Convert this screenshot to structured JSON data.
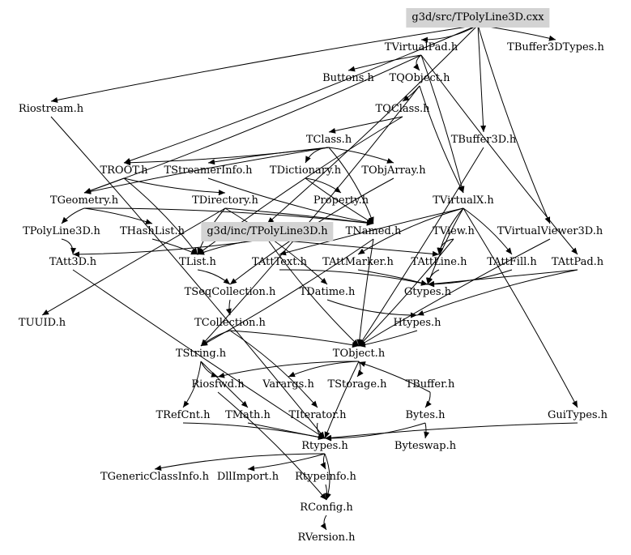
{
  "graph": {
    "title": "g3d/src/TPolyLine3D.cxx include dependency graph",
    "highlight_color": "#d3d3d3",
    "nodes": [
      {
        "id": "src",
        "label": "g3d/src/TPolyLine3D.cxx",
        "highlighted": true
      },
      {
        "id": "TVirtualPad",
        "label": "TVirtualPad.h"
      },
      {
        "id": "TBuffer3DTypes",
        "label": "TBuffer3DTypes.h"
      },
      {
        "id": "Riostream",
        "label": "Riostream.h"
      },
      {
        "id": "Buttons",
        "label": "Buttons.h"
      },
      {
        "id": "TQObject",
        "label": "TQObject.h"
      },
      {
        "id": "TQClass",
        "label": "TQClass.h"
      },
      {
        "id": "TClass",
        "label": "TClass.h"
      },
      {
        "id": "TBuffer3D",
        "label": "TBuffer3D.h"
      },
      {
        "id": "TROOT",
        "label": "TROOT.h"
      },
      {
        "id": "TStreamerInfo",
        "label": "TStreamerInfo.h"
      },
      {
        "id": "TDictionary",
        "label": "TDictionary.h"
      },
      {
        "id": "TObjArray",
        "label": "TObjArray.h"
      },
      {
        "id": "TGeometry",
        "label": "TGeometry.h"
      },
      {
        "id": "TDirectory",
        "label": "TDirectory.h"
      },
      {
        "id": "Property",
        "label": "Property.h"
      },
      {
        "id": "TVirtualX",
        "label": "TVirtualX.h"
      },
      {
        "id": "TPolyLine3Dh",
        "label": "TPolyLine3D.h"
      },
      {
        "id": "THashList",
        "label": "THashList.h"
      },
      {
        "id": "inc",
        "label": "g3d/inc/TPolyLine3D.h",
        "highlighted": true
      },
      {
        "id": "TNamed",
        "label": "TNamed.h"
      },
      {
        "id": "TView",
        "label": "TView.h"
      },
      {
        "id": "TVirtualViewer3D",
        "label": "TVirtualViewer3D.h"
      },
      {
        "id": "TAtt3D",
        "label": "TAtt3D.h"
      },
      {
        "id": "TList",
        "label": "TList.h"
      },
      {
        "id": "TAttText",
        "label": "TAttText.h"
      },
      {
        "id": "TAttMarker",
        "label": "TAttMarker.h"
      },
      {
        "id": "TAttLine",
        "label": "TAttLine.h"
      },
      {
        "id": "TAttFill",
        "label": "TAttFill.h"
      },
      {
        "id": "TAttPad",
        "label": "TAttPad.h"
      },
      {
        "id": "TSeqCollection",
        "label": "TSeqCollection.h"
      },
      {
        "id": "TDatime",
        "label": "TDatime.h"
      },
      {
        "id": "Gtypes",
        "label": "Gtypes.h"
      },
      {
        "id": "TUUID",
        "label": "TUUID.h"
      },
      {
        "id": "TCollection",
        "label": "TCollection.h"
      },
      {
        "id": "Htypes",
        "label": "Htypes.h"
      },
      {
        "id": "TString",
        "label": "TString.h"
      },
      {
        "id": "TObject",
        "label": "TObject.h"
      },
      {
        "id": "Riosfwd",
        "label": "Riosfwd.h"
      },
      {
        "id": "Varargs",
        "label": "Varargs.h"
      },
      {
        "id": "TStorage",
        "label": "TStorage.h"
      },
      {
        "id": "TBuffer",
        "label": "TBuffer.h"
      },
      {
        "id": "TRefCnt",
        "label": "TRefCnt.h"
      },
      {
        "id": "TMath",
        "label": "TMath.h"
      },
      {
        "id": "TIterator",
        "label": "TIterator.h"
      },
      {
        "id": "Bytes",
        "label": "Bytes.h"
      },
      {
        "id": "GuiTypes",
        "label": "GuiTypes.h"
      },
      {
        "id": "Rtypes",
        "label": "Rtypes.h"
      },
      {
        "id": "Byteswap",
        "label": "Byteswap.h"
      },
      {
        "id": "TGenericClassInfo",
        "label": "TGenericClassInfo.h"
      },
      {
        "id": "DllImport",
        "label": "DllImport.h"
      },
      {
        "id": "Rtypeinfo",
        "label": "Rtypeinfo.h"
      },
      {
        "id": "RConfig",
        "label": "RConfig.h"
      },
      {
        "id": "RVersion",
        "label": "RVersion.h"
      }
    ],
    "edges": [
      [
        "src",
        "TVirtualPad"
      ],
      [
        "src",
        "TBuffer3DTypes"
      ],
      [
        "src",
        "Riostream"
      ],
      [
        "src",
        "TROOT"
      ],
      [
        "src",
        "TBuffer3D"
      ],
      [
        "src",
        "TVirtualViewer3D"
      ],
      [
        "src",
        "inc"
      ],
      [
        "TVirtualPad",
        "Buttons"
      ],
      [
        "TVirtualPad",
        "TQObject"
      ],
      [
        "TVirtualPad",
        "TVirtualX"
      ],
      [
        "TVirtualPad",
        "TAttPad"
      ],
      [
        "TVirtualPad",
        "TGeometry"
      ],
      [
        "TQObject",
        "TQClass"
      ],
      [
        "TQObject",
        "TVirtualX"
      ],
      [
        "TQObject",
        "TString"
      ],
      [
        "TQClass",
        "TClass"
      ],
      [
        "TQClass",
        "TList"
      ],
      [
        "TClass",
        "TROOT"
      ],
      [
        "TClass",
        "TStreamerInfo"
      ],
      [
        "TClass",
        "TDictionary"
      ],
      [
        "TClass",
        "TObjArray"
      ],
      [
        "TClass",
        "TGeometry"
      ],
      [
        "TClass",
        "TNamed"
      ],
      [
        "TBuffer3D",
        "TObject"
      ],
      [
        "TROOT",
        "TDirectory"
      ],
      [
        "TROOT",
        "TList"
      ],
      [
        "TROOT",
        "TGeometry"
      ],
      [
        "TStreamerInfo",
        "TNamed"
      ],
      [
        "TDictionary",
        "Property"
      ],
      [
        "TDictionary",
        "TNamed"
      ],
      [
        "TObjArray",
        "TSeqCollection"
      ],
      [
        "TGeometry",
        "THashList"
      ],
      [
        "TGeometry",
        "TPolyLine3Dh"
      ],
      [
        "TGeometry",
        "TNamed"
      ],
      [
        "TDirectory",
        "TNamed"
      ],
      [
        "TDirectory",
        "TList"
      ],
      [
        "TDirectory",
        "TDatime"
      ],
      [
        "TDirectory",
        "TUUID"
      ],
      [
        "TVirtualX",
        "TAttLine"
      ],
      [
        "TVirtualX",
        "TAttFill"
      ],
      [
        "TVirtualX",
        "TAttText"
      ],
      [
        "TVirtualX",
        "TAttMarker"
      ],
      [
        "TVirtualX",
        "GuiTypes"
      ],
      [
        "TVirtualX",
        "Gtypes"
      ],
      [
        "TPolyLine3Dh",
        "TAtt3D"
      ],
      [
        "THashList",
        "TList"
      ],
      [
        "inc",
        "TList"
      ],
      [
        "inc",
        "TAtt3D"
      ],
      [
        "inc",
        "TAttLine"
      ],
      [
        "inc",
        "TObject"
      ],
      [
        "TNamed",
        "TString"
      ],
      [
        "TNamed",
        "TObject"
      ],
      [
        "TView",
        "TAttLine"
      ],
      [
        "TView",
        "TObject"
      ],
      [
        "TVirtualViewer3D",
        "TObject"
      ],
      [
        "TAttText",
        "Gtypes"
      ],
      [
        "TAttMarker",
        "Gtypes"
      ],
      [
        "TAttLine",
        "Gtypes"
      ],
      [
        "TAttFill",
        "Gtypes"
      ],
      [
        "TAttPad",
        "Gtypes"
      ],
      [
        "TAttPad",
        "Htypes"
      ],
      [
        "TList",
        "TSeqCollection"
      ],
      [
        "TSeqCollection",
        "TCollection"
      ],
      [
        "TDatime",
        "Htypes"
      ],
      [
        "TCollection",
        "TObject"
      ],
      [
        "TCollection",
        "TString"
      ],
      [
        "TCollection",
        "TIterator"
      ],
      [
        "Htypes",
        "TObject"
      ],
      [
        "TString",
        "Riosfwd"
      ],
      [
        "TString",
        "TRefCnt"
      ],
      [
        "TString",
        "TMath"
      ],
      [
        "TObject",
        "Varargs"
      ],
      [
        "TObject",
        "TStorage"
      ],
      [
        "TObject",
        "Rtypes"
      ],
      [
        "TObject",
        "Riosfwd"
      ],
      [
        "TBuffer",
        "Bytes"
      ],
      [
        "TBuffer",
        "TObject"
      ],
      [
        "Bytes",
        "Rtypes"
      ],
      [
        "Bytes",
        "Byteswap"
      ],
      [
        "GuiTypes",
        "Rtypes"
      ],
      [
        "TRefCnt",
        "Rtypes"
      ],
      [
        "TMath",
        "Rtypes"
      ],
      [
        "TIterator",
        "Rtypes"
      ],
      [
        "Riostream",
        "Rtypes"
      ],
      [
        "TAtt3D",
        "Rtypes"
      ],
      [
        "Rtypes",
        "TGenericClassInfo"
      ],
      [
        "Rtypes",
        "DllImport"
      ],
      [
        "Rtypes",
        "Rtypeinfo"
      ],
      [
        "Rtypes",
        "RConfig"
      ],
      [
        "Rtypeinfo",
        "RConfig"
      ],
      [
        "RConfig",
        "RVersion"
      ],
      [
        "Riosfwd",
        "RConfig"
      ]
    ]
  }
}
